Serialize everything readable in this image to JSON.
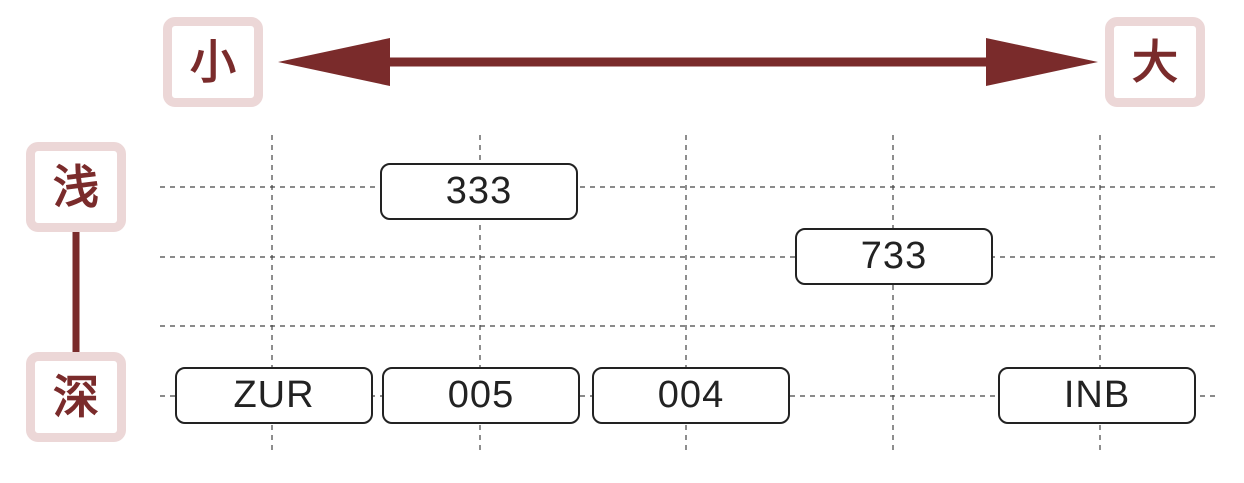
{
  "scale": {
    "small_label": "小",
    "large_label": "大",
    "shallow_label": "浅",
    "deep_label": "深"
  },
  "items": {
    "r0": [
      "333"
    ],
    "r1": [
      "733"
    ],
    "r3": [
      "ZUR",
      "005",
      "004",
      "INB"
    ]
  },
  "colors": {
    "accent": "#7a2b2b",
    "badge_border": "#ecd7d7",
    "grid": "#444444",
    "chip_border": "#222222"
  }
}
